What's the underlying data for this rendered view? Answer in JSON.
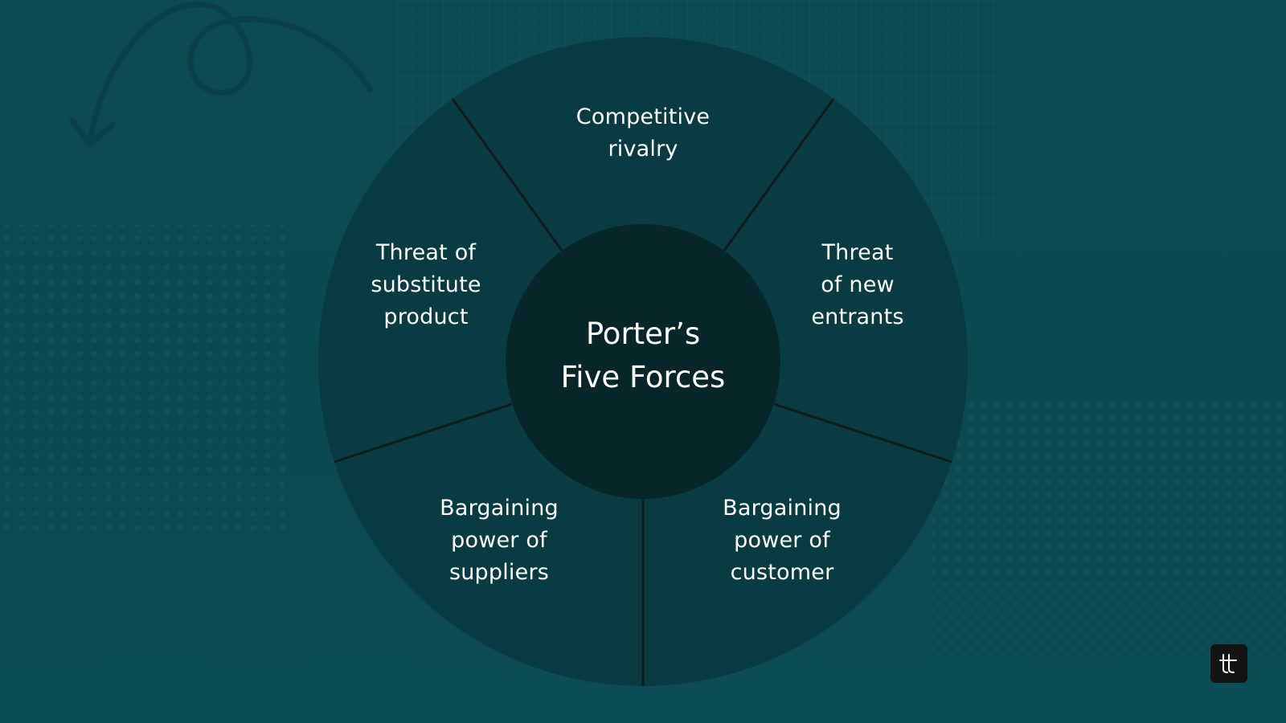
{
  "diagram": {
    "center_title": "Porter’s\nFive Forces",
    "segments": [
      {
        "id": "competitive-rivalry",
        "label": "Competitive\nrivalry"
      },
      {
        "id": "threat-new-entrants",
        "label": "Threat\nof new\nentrants"
      },
      {
        "id": "bargaining-customer",
        "label": "Bargaining\npower of\ncustomer"
      },
      {
        "id": "bargaining-suppliers",
        "label": "Bargaining\npower of\nsuppliers"
      },
      {
        "id": "threat-substitute",
        "label": "Threat of\nsubstitute\nproduct"
      }
    ]
  },
  "colors": {
    "background": "#0c4a52",
    "ring": "#083c42",
    "center": "#062629",
    "divider": "#111b1d",
    "text": "#ffffff",
    "logo_bg": "#141414"
  },
  "logo": {
    "icon": "brand-logo-icon"
  }
}
